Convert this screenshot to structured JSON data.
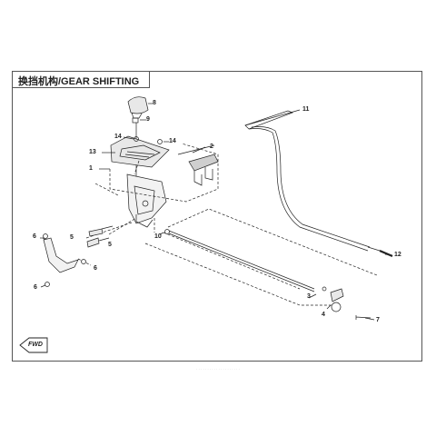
{
  "header": {
    "title": "换挡机构/GEAR SHIFTING"
  },
  "callouts": {
    "c1": "1",
    "c2": "2",
    "c3": "3",
    "c4": "4",
    "c5a": "5",
    "c5b": "5",
    "c6a": "6",
    "c6b": "6",
    "c6c": "6",
    "c7": "7",
    "c8": "8",
    "c9": "9",
    "c10": "10",
    "c11": "11",
    "c12": "12",
    "c13": "13",
    "c14a": "14",
    "c14b": "14"
  },
  "direction_indicator": {
    "label": "FWD"
  },
  "footer": {
    "watermark": "· · · · · · · · · · · · · · · · · · · ·"
  },
  "colors": {
    "line": "#222222",
    "frame": "#555555",
    "fill_light": "#e8e8e8",
    "fill_mid": "#cfcfcf"
  }
}
